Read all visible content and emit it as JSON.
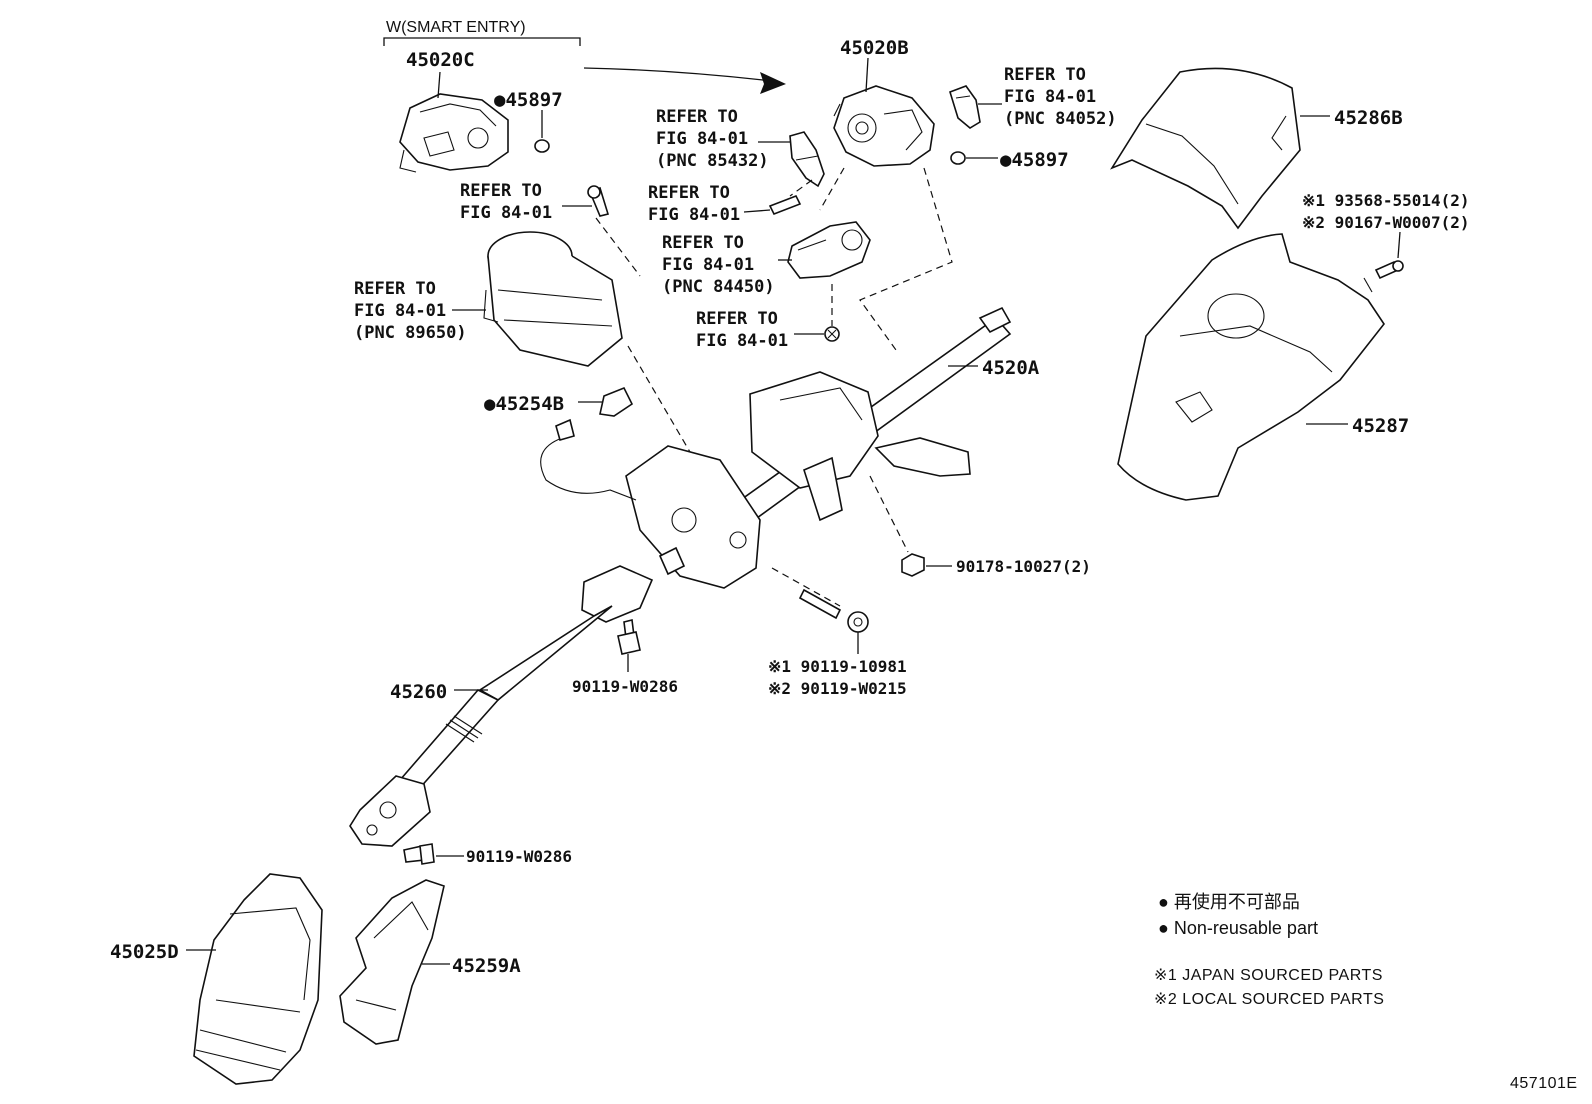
{
  "diagram": {
    "smart_entry_label": "W(SMART ENTRY)",
    "labels": {
      "p45020C": "45020C",
      "p45897_a": "●45897",
      "p45020B": "45020B",
      "p45897_b": "●45897",
      "p45286B": "45286B",
      "p45287": "45287",
      "p4520A": "4520A",
      "p45254B": "●45254B",
      "p45260": "45260",
      "p45025D": "45025D",
      "p45259A": "45259A",
      "b90178": "90178-10027(2)",
      "b90119_w0286_a": "90119-W0286",
      "b90119_w0286_b": "90119-W0286",
      "b90119_10981": "※1 90119-10981",
      "b90119_w0215": "※2 90119-W0215",
      "b93568": "※1 93568-55014(2)",
      "b90167": "※2 90167-W0007(2)"
    },
    "refs": {
      "ref_84052": [
        "REFER TO",
        "FIG 84-01",
        "(PNC 84052)"
      ],
      "ref_85432": [
        "REFER TO",
        "FIG 84-01",
        "(PNC 85432)"
      ],
      "ref_screw_a": [
        "REFER TO",
        "FIG 84-01"
      ],
      "ref_screw_b": [
        "REFER TO",
        "FIG 84-01"
      ],
      "ref_84450": [
        "REFER TO",
        "FIG 84-01",
        "(PNC 84450)"
      ],
      "ref_89650": [
        "REFER TO",
        "FIG 84-01",
        "(PNC 89650)"
      ],
      "ref_screw_c": [
        "REFER TO",
        "FIG 84-01"
      ]
    },
    "legend": {
      "jp": "● 再使用不可部品",
      "en": "● Non-reusable part",
      "note1": "※1 JAPAN SOURCED PARTS",
      "note2": "※2 LOCAL SOURCED PARTS"
    },
    "figure_id": "457101E"
  }
}
